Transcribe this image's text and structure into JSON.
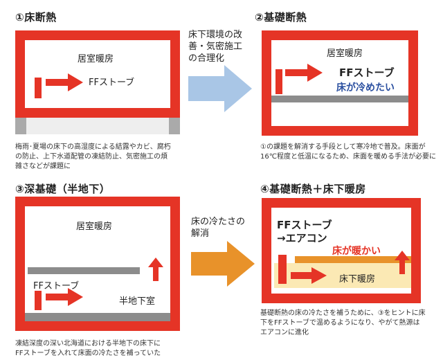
{
  "panel1": {
    "title": "①床断熱",
    "room": "居室暖房",
    "stove": "FFストーブ",
    "note_line1": "梅雨･夏場の床下の高湿度による結露やカビ、腐朽",
    "note_line2": "の防止、上下水道配管の凍結防止、気密施工の煩",
    "note_line3": "雑さなどが課題に"
  },
  "transition1": {
    "line1": "床下環境の改",
    "line2": "善・気密施工",
    "line3": "の合理化"
  },
  "panel2": {
    "title": "②基礎断熱",
    "room": "居室暖房",
    "stove": "FFストーブ",
    "floor": "床が冷めたい",
    "note_line1": "①の課題を解消する手段として寒冷地で普及。床面が",
    "note_line2": "16℃程度と低温になるため、床面を暖める手法が必要に"
  },
  "panel3": {
    "title": "③深基礎（半地下）",
    "room": "居室暖房",
    "stove": "FFストーブ",
    "basement": "半地下室",
    "note_line1": "凍結深度の深い北海道における半地下の床下に",
    "note_line2": "FFストーブを入れて床面の冷たさを補っていた"
  },
  "transition2": {
    "line1": "床の冷たさの",
    "line2": "解消"
  },
  "panel4": {
    "title": "④基礎断熱＋床下暖房",
    "stove_line1": "FFストーブ",
    "stove_line2": "→エアコン",
    "floor": "床が暖かい",
    "underfloor": "床下暖房",
    "note_line1": "基礎断熱の床の冷たさを補うために、③をヒントに床",
    "note_line2": "下をFFストーブで温めるようになり、やがて熱源は",
    "note_line3": "エアコンに進化"
  },
  "colors": {
    "red": "#e53426",
    "gray": "#8c8c8c",
    "blue_text": "#2a4fa0",
    "orange": "#e8922a",
    "light_yellow": "#fbe9b4",
    "light_blue_arrow": "#a9c6e6"
  }
}
